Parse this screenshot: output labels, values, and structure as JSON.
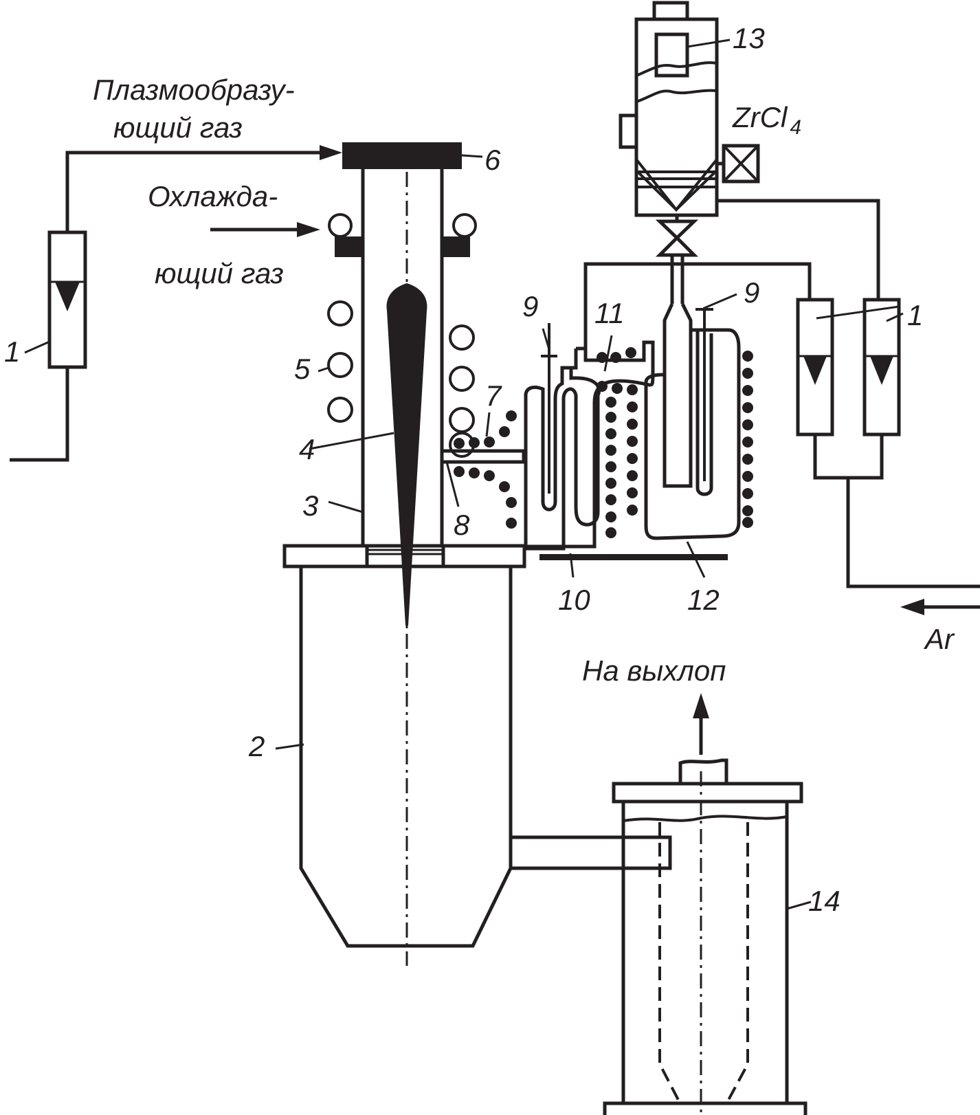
{
  "labels": {
    "plasma_gas": [
      "Плазмообразу-",
      "ющий газ"
    ],
    "cooling_gas": [
      "Охлажда-",
      "ющий газ"
    ],
    "chloride": "ZrCl",
    "chloride_subscript": "4",
    "argon": "Ar",
    "exhaust": "На выхлоп"
  },
  "numbers": {
    "n1_left": "1",
    "n1_right": "1",
    "n2": "2",
    "n3": "3",
    "n4": "4",
    "n5": "5",
    "n6": "6",
    "n7": "7",
    "n8": "8",
    "n9_left": "9",
    "n9_right": "9",
    "n10": "10",
    "n11": "11",
    "n12": "12",
    "n13": "13",
    "n14": "14"
  },
  "colors": {
    "ink": "#231f20",
    "background": "#ffffff"
  }
}
